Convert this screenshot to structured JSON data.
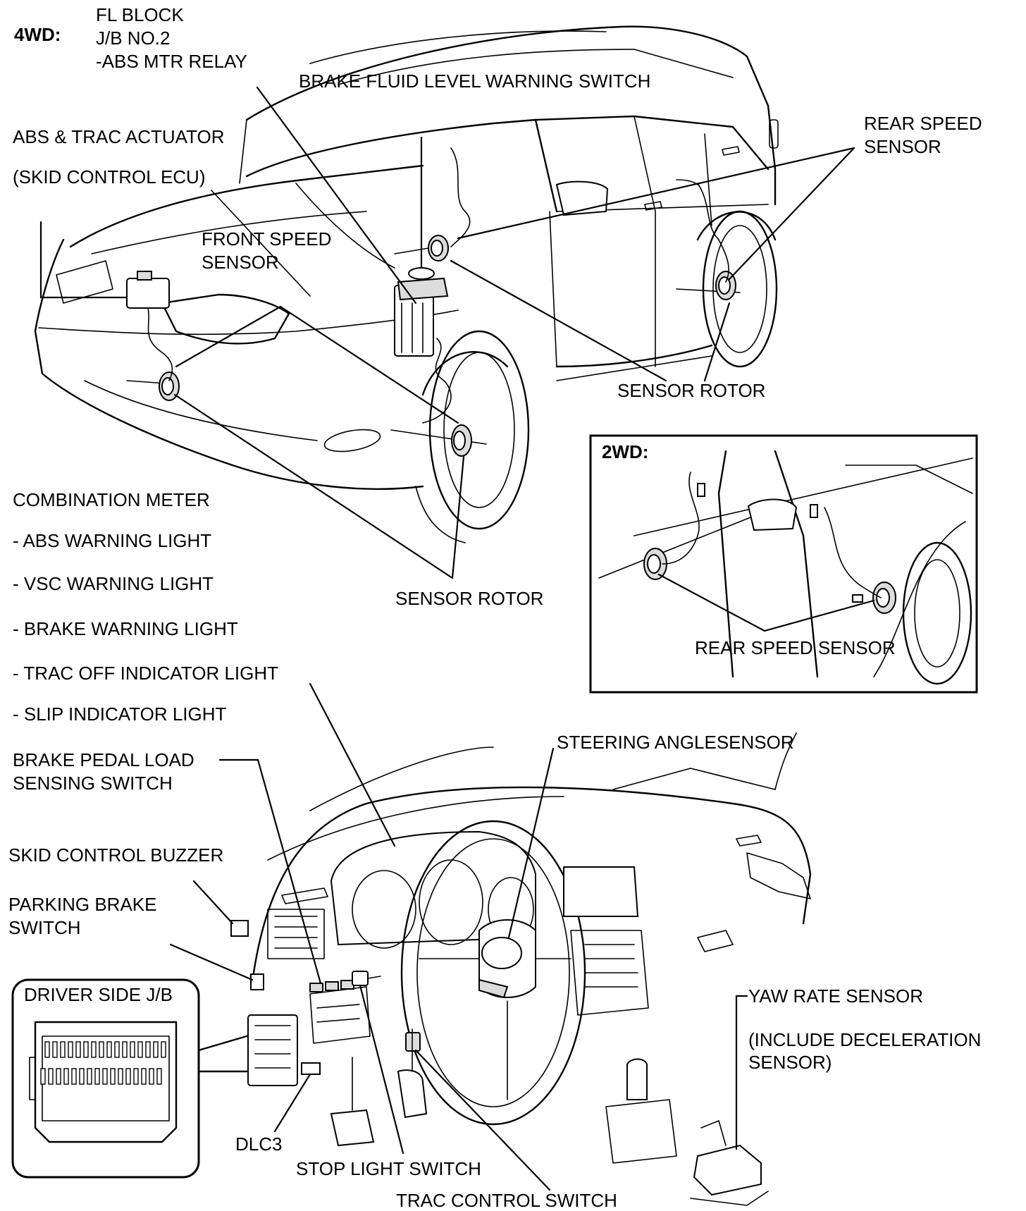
{
  "labels": {
    "variant_4wd": "4WD:",
    "fl_block": "FL BLOCK",
    "jb_no2": "J/B NO.2",
    "abs_mtr_relay": "-ABS MTR RELAY",
    "brake_fluid_level_warning_switch": "BRAKE FLUID LEVEL WARNING SWITCH",
    "abs_trac_actuator": "ABS & TRAC ACTUATOR",
    "skid_control_ecu": "(SKID CONTROL ECU)",
    "rear_speed_sensor_1": "REAR SPEED",
    "rear_speed_sensor_2": "SENSOR",
    "front_speed_sensor_1": "FRONT SPEED",
    "front_speed_sensor_2": "SENSOR",
    "sensor_rotor_rear": "SENSOR ROTOR",
    "variant_2wd": "2WD:",
    "combination_meter": "COMBINATION METER",
    "abs_warning_light": "- ABS WARNING LIGHT",
    "vsc_warning_light": "- VSC WARNING LIGHT",
    "brake_warning_light": "- BRAKE WARNING LIGHT",
    "trac_off_indicator_light": "- TRAC OFF INDICATOR LIGHT",
    "slip_indicator_light": "- SLIP INDICATOR LIGHT",
    "sensor_rotor_front": "SENSOR ROTOR",
    "rear_speed_sensor_2wd": "REAR SPEED SENSOR",
    "steering_angle_sensor": "STEERING ANGLESENSOR",
    "brake_pedal_load_1": "BRAKE PEDAL LOAD",
    "brake_pedal_load_2": "SENSING SWITCH",
    "skid_control_buzzer": "SKID CONTROL BUZZER",
    "parking_brake_1": "PARKING BRAKE",
    "parking_brake_2": "SWITCH",
    "driver_side_jb": "DRIVER SIDE J/B",
    "yaw_rate_sensor": "YAW RATE SENSOR",
    "include_decel_1": "(INCLUDE DECELERATION",
    "include_decel_2": "SENSOR)",
    "dlc3": "DLC3",
    "stop_light_switch": "STOP LIGHT SWITCH",
    "trac_control_switch": "TRAC CONTROL SWITCH"
  }
}
